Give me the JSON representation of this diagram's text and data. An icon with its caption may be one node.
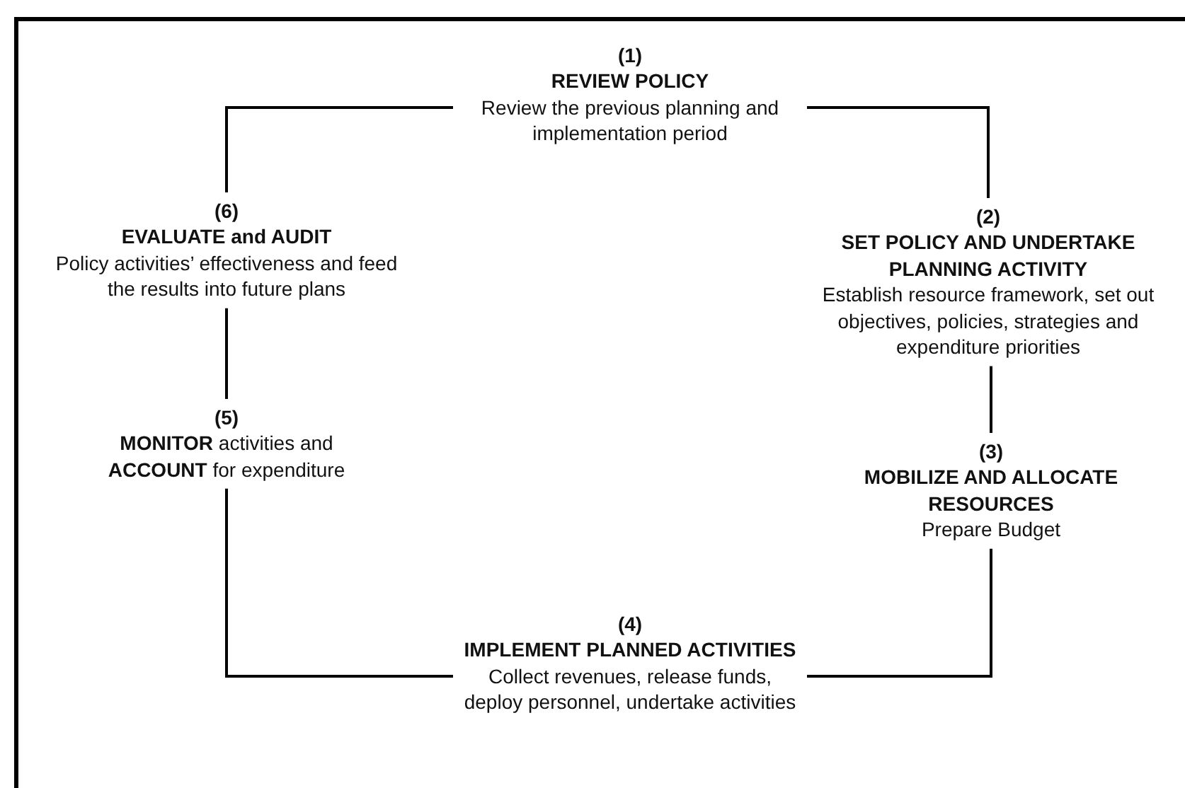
{
  "diagram": {
    "nodes": [
      {
        "text": [
          "(1)",
          "REVIEW POLICY",
          "Review the previous planning and implementation period"
        ]
      },
      {
        "text": [
          "(6)",
          "EVALUATE and AUDIT",
          "Policy activities’ effectiveness and feed the results into future plans"
        ]
      },
      {
        "text": [
          "(2)",
          "SET POLICY AND UNDERTAKE PLANNING ACTIVITY",
          "Establish resource framework, set out objectives, policies, strategies and expenditure priorities"
        ]
      },
      {
        "text": [
          "(5)",
          "**MONITOR** activities and **ACCOUNT** for expenditure"
        ]
      },
      {
        "text": [
          "(3)",
          "MOBILIZE AND ALLOCATE RESOURCES",
          "Prepare Budget"
        ]
      },
      {
        "text": [
          "(4)",
          "IMPLEMENT PLANNED ACTIVITIES",
          "Collect revenues, release funds, deploy personnel, undertake activities"
        ]
      }
    ],
    "edges": [
      {
        "from": 0,
        "to": 2,
        "arrow": "none"
      },
      {
        "from": 2,
        "to": 4,
        "arrow": "none"
      },
      {
        "from": 4,
        "to": 5,
        "arrow": "none"
      },
      {
        "from": 5,
        "to": 3,
        "arrow": "none"
      },
      {
        "from": 3,
        "to": 1,
        "arrow": "none"
      },
      {
        "from": 1,
        "to": 0,
        "arrow": "none"
      }
    ]
  }
}
